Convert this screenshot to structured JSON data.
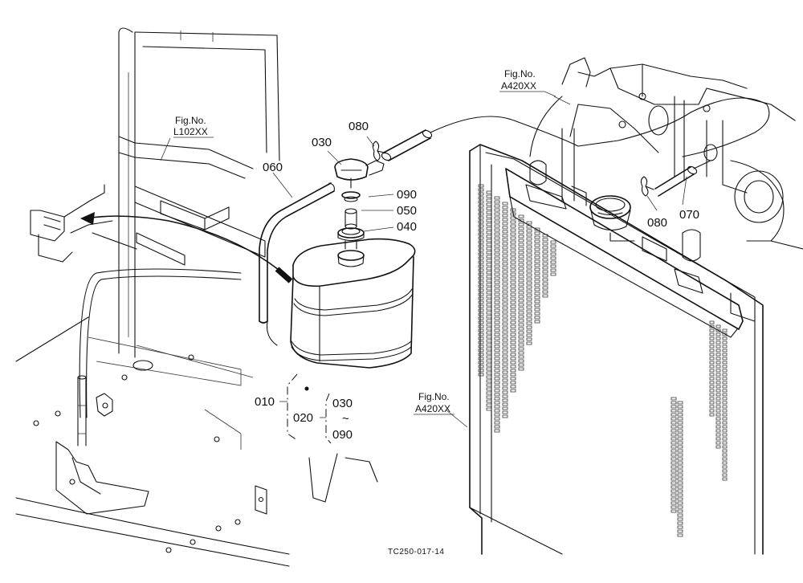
{
  "figure_refs": {
    "left_frame": {
      "title": "Fig.No.",
      "code": "L102XX"
    },
    "radiator_top": {
      "title": "Fig.No.",
      "code": "A420XX"
    },
    "radiator_side": {
      "title": "Fig.No.",
      "code": "A420XX"
    }
  },
  "callouts": {
    "tank": "010",
    "kit": "020",
    "cap": "030",
    "seal": "040",
    "washer": "050",
    "hose_short": "060",
    "hose_long": "070",
    "clamp_left": "080",
    "clamp_right": "080",
    "packing": "090",
    "range_start": "030",
    "range_tilde": "~",
    "range_end": "090"
  },
  "drawing_code": "TC250-017-14"
}
